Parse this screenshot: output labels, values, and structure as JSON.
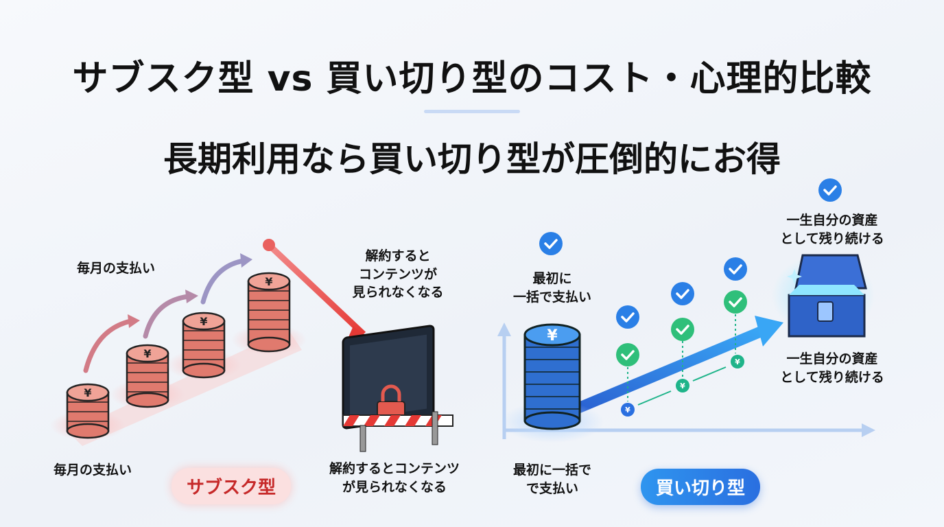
{
  "title": "サブスク型 vs 買い切り型のコスト・心理的比較",
  "subtitle": "長期利用なら買い切り型が圧倒的にお得",
  "subscription": {
    "monthly_label_top": "毎月の支払い",
    "monthly_label_bottom": "毎月の支払い",
    "cancel_label_top": "解約すると\nコンテンツが\n見られなくなる",
    "cancel_label_bottom": "解約するとコンテンツ\nが見られなくなる",
    "badge": "サブスク型",
    "coin_symbol": "¥",
    "color": "#e53935"
  },
  "buyout": {
    "upfront_label_top": "最初に\n一括で支払い",
    "upfront_label_bottom": "最初に一括で\nで支払い",
    "asset_label_top": "一生自分の資産\nとして残り続ける",
    "asset_label_bottom": "一生自分の資産\nとして残り続ける",
    "badge": "買い切り型",
    "coin_symbol": "¥",
    "color": "#2a6fe0"
  }
}
